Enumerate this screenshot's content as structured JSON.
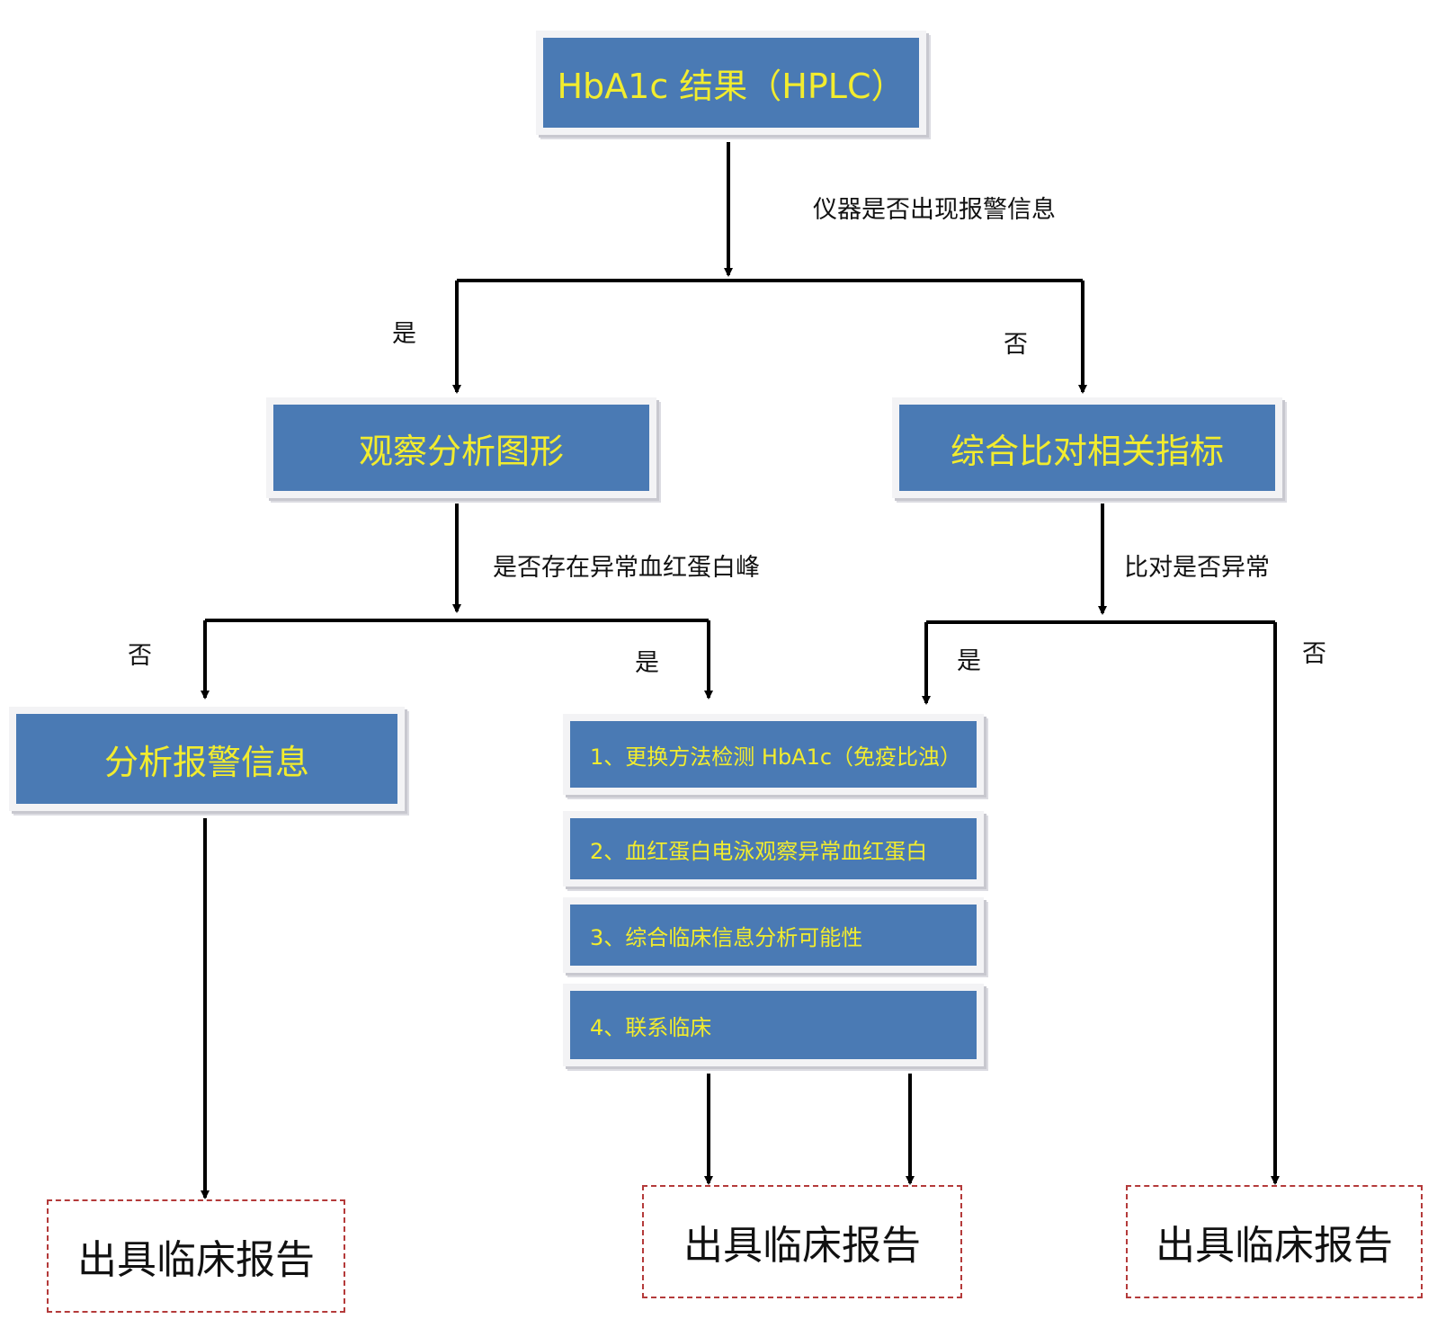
{
  "root": {
    "label": "HbA1c 结果（HPLC）"
  },
  "q1": {
    "question": "仪器是否出现报警信息",
    "yes": "是",
    "no": "否"
  },
  "left_branch": {
    "label": "观察分析图形",
    "question": "是否存在异常血红蛋白峰",
    "no": "否",
    "yes": "是",
    "no_box": "分析报警信息",
    "yes_steps": [
      "1、更换方法检测 HbA1c（免疫比浊）",
      "2、血红蛋白电泳观察异常血红蛋白",
      "3、综合临床信息分析可能性",
      "4、联系临床"
    ]
  },
  "right_branch": {
    "label": "综合比对相关指标",
    "question": "比对是否异常",
    "yes": "是",
    "no": "否"
  },
  "reports": [
    "出具临床报告",
    "出具临床报告",
    "出具临床报告"
  ]
}
